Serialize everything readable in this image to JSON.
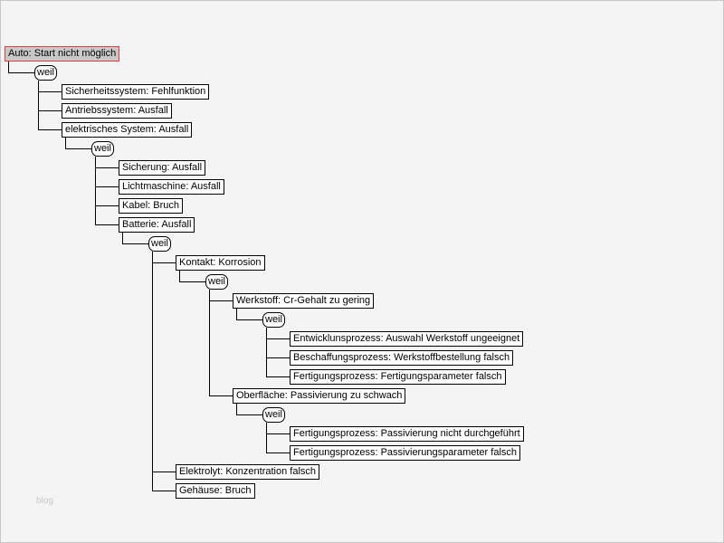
{
  "watermark": "blog",
  "connector_label": "weil",
  "tree": {
    "label": "Auto: Start nicht möglich",
    "children": [
      {
        "label": "Sicherheitssystem: Fehlfunktion"
      },
      {
        "label": "Antriebssystem: Ausfall"
      },
      {
        "label": "elektrisches System: Ausfall",
        "children": [
          {
            "label": "Sicherung: Ausfall"
          },
          {
            "label": "Lichtmaschine: Ausfall"
          },
          {
            "label": "Kabel: Bruch"
          },
          {
            "label": "Batterie: Ausfall",
            "children": [
              {
                "label": "Kontakt: Korrosion",
                "children": [
                  {
                    "label": "Werkstoff: Cr-Gehalt zu gering",
                    "children": [
                      {
                        "label": "Entwicklunsprozess: Auswahl Werkstoff ungeeignet"
                      },
                      {
                        "label": "Beschaffungsprozess: Werkstoffbestellung falsch"
                      },
                      {
                        "label": "Fertigungsprozess: Fertigungsparameter falsch"
                      }
                    ]
                  },
                  {
                    "label": "Oberfläche: Passivierung zu schwach",
                    "children": [
                      {
                        "label": "Fertigungsprozess: Passivierung nicht durchgeführt"
                      },
                      {
                        "label": "Fertigungsprozess: Passivierungsparameter falsch"
                      }
                    ]
                  }
                ]
              },
              {
                "label": "Elektrolyt: Konzentration falsch"
              },
              {
                "label": "Gehäuse: Bruch"
              }
            ]
          }
        ]
      }
    ]
  }
}
